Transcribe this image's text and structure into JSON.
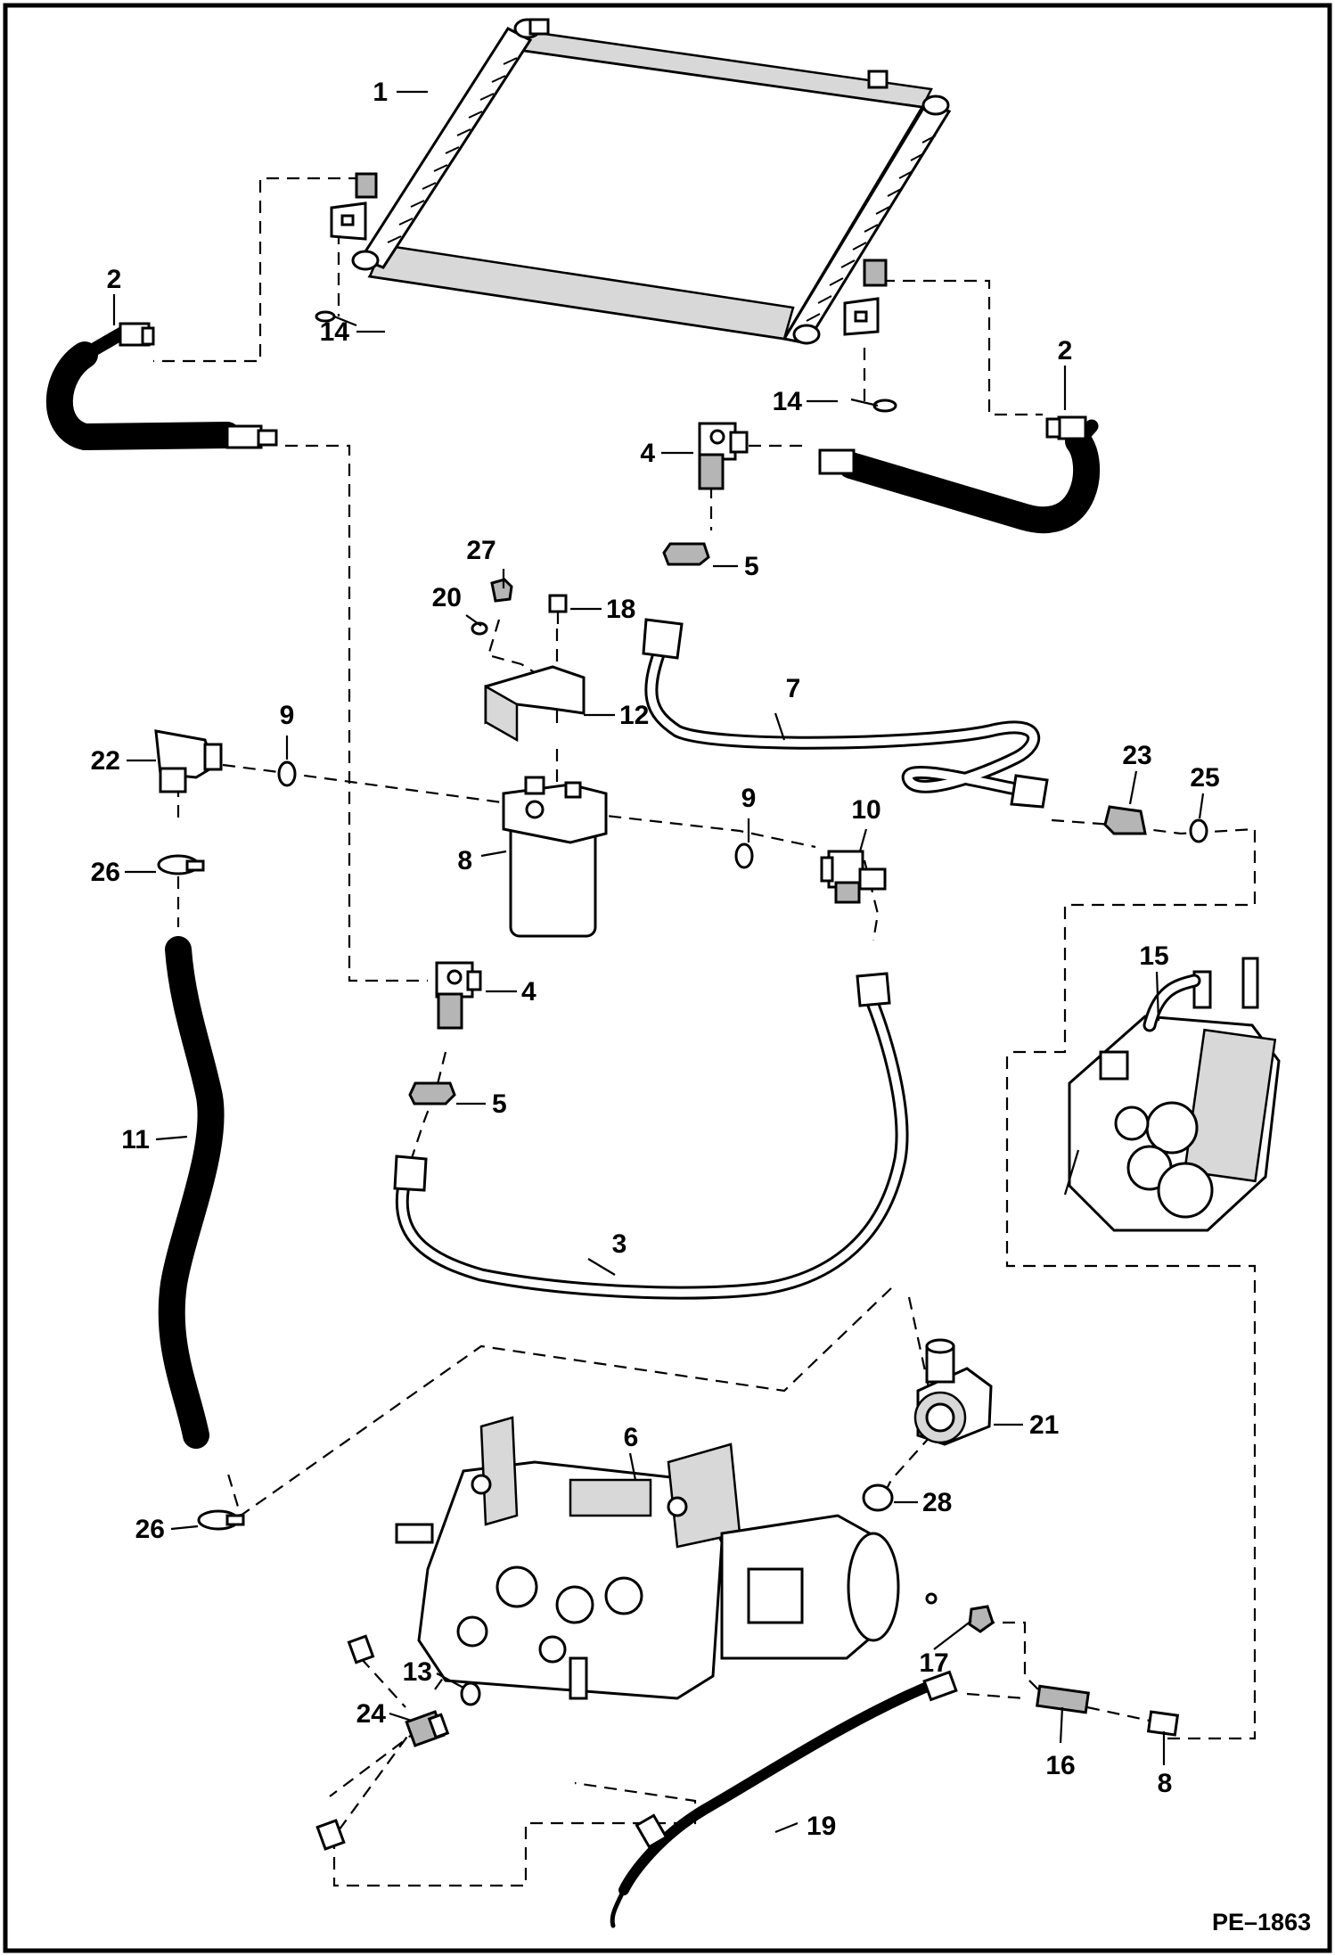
{
  "diagram": {
    "drawing_code": "PE–1863",
    "callouts": [
      {
        "id": "c1",
        "label": "1"
      },
      {
        "id": "c2a",
        "label": "2"
      },
      {
        "id": "c2b",
        "label": "2"
      },
      {
        "id": "c3",
        "label": "3"
      },
      {
        "id": "c4a",
        "label": "4"
      },
      {
        "id": "c4b",
        "label": "4"
      },
      {
        "id": "c5a",
        "label": "5"
      },
      {
        "id": "c5b",
        "label": "5"
      },
      {
        "id": "c6",
        "label": "6"
      },
      {
        "id": "c7",
        "label": "7"
      },
      {
        "id": "c8a",
        "label": "8"
      },
      {
        "id": "c8b",
        "label": "8"
      },
      {
        "id": "c9a",
        "label": "9"
      },
      {
        "id": "c9b",
        "label": "9"
      },
      {
        "id": "c10",
        "label": "10"
      },
      {
        "id": "c11",
        "label": "11"
      },
      {
        "id": "c12",
        "label": "12"
      },
      {
        "id": "c13",
        "label": "13"
      },
      {
        "id": "c14a",
        "label": "14"
      },
      {
        "id": "c14b",
        "label": "14"
      },
      {
        "id": "c15",
        "label": "15"
      },
      {
        "id": "c16",
        "label": "16"
      },
      {
        "id": "c17",
        "label": "17"
      },
      {
        "id": "c18",
        "label": "18"
      },
      {
        "id": "c19",
        "label": "19"
      },
      {
        "id": "c20",
        "label": "20"
      },
      {
        "id": "c21",
        "label": "21"
      },
      {
        "id": "c22",
        "label": "22"
      },
      {
        "id": "c23",
        "label": "23"
      },
      {
        "id": "c24",
        "label": "24"
      },
      {
        "id": "c25",
        "label": "25"
      },
      {
        "id": "c26a",
        "label": "26"
      },
      {
        "id": "c26b",
        "label": "26"
      },
      {
        "id": "c27",
        "label": "27"
      },
      {
        "id": "c28",
        "label": "28"
      }
    ]
  }
}
